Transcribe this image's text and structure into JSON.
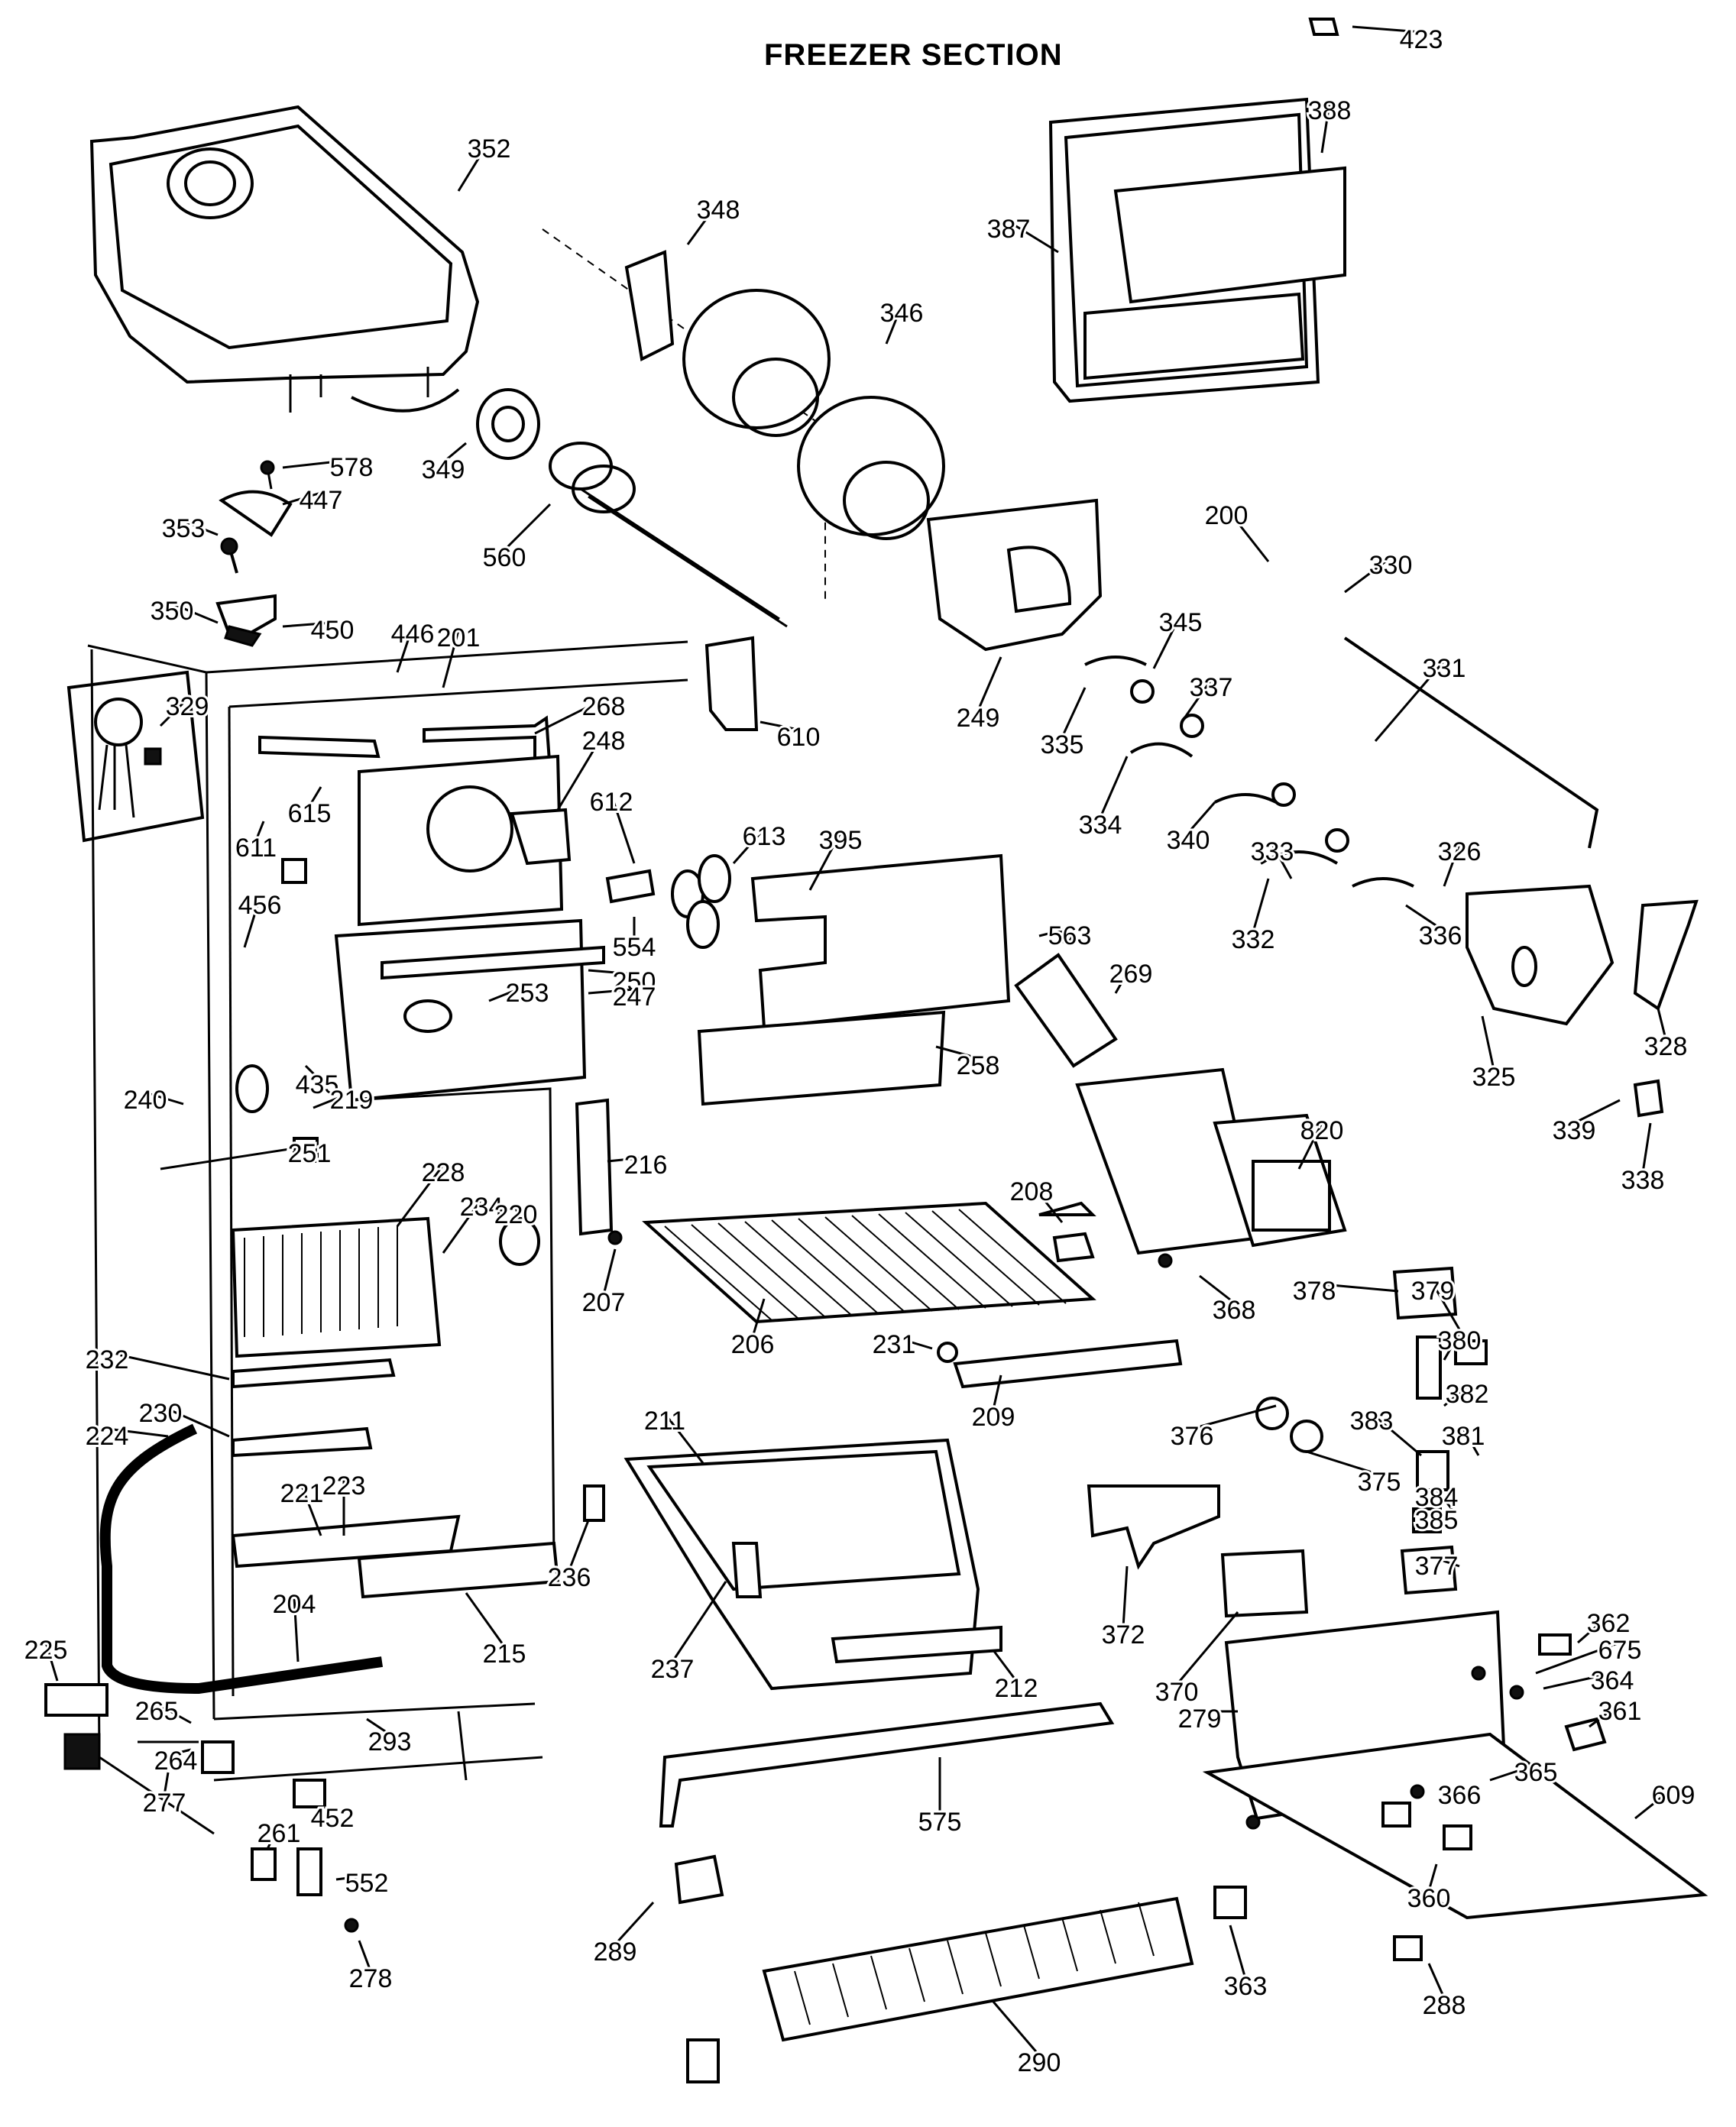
{
  "title": "FREEZER SECTION",
  "callouts": [
    "423",
    "388",
    "387",
    "352",
    "348",
    "346",
    "578",
    "447",
    "353",
    "349",
    "560",
    "350",
    "450",
    "446",
    "201",
    "200",
    "330",
    "331",
    "329",
    "268",
    "248",
    "610",
    "249",
    "345",
    "337",
    "335",
    "334",
    "340",
    "333",
    "336",
    "332",
    "326",
    "325",
    "328",
    "339",
    "338",
    "563",
    "611",
    "615",
    "612",
    "613",
    "395",
    "251",
    "554",
    "456",
    "250",
    "253",
    "247",
    "269",
    "820",
    "435",
    "240",
    "219",
    "258",
    "216",
    "228",
    "234",
    "220",
    "207",
    "208",
    "206",
    "368",
    "231",
    "209",
    "378",
    "379",
    "380",
    "382",
    "381",
    "383",
    "376",
    "375",
    "384",
    "385",
    "377",
    "232",
    "230",
    "224",
    "221",
    "223",
    "236",
    "211",
    "372",
    "370",
    "215",
    "237",
    "212",
    "362",
    "675",
    "364",
    "361",
    "279",
    "225",
    "204",
    "293",
    "265",
    "264",
    "277",
    "575",
    "366",
    "365",
    "360",
    "609",
    "452",
    "261",
    "552",
    "278",
    "289",
    "363",
    "288",
    "290"
  ]
}
